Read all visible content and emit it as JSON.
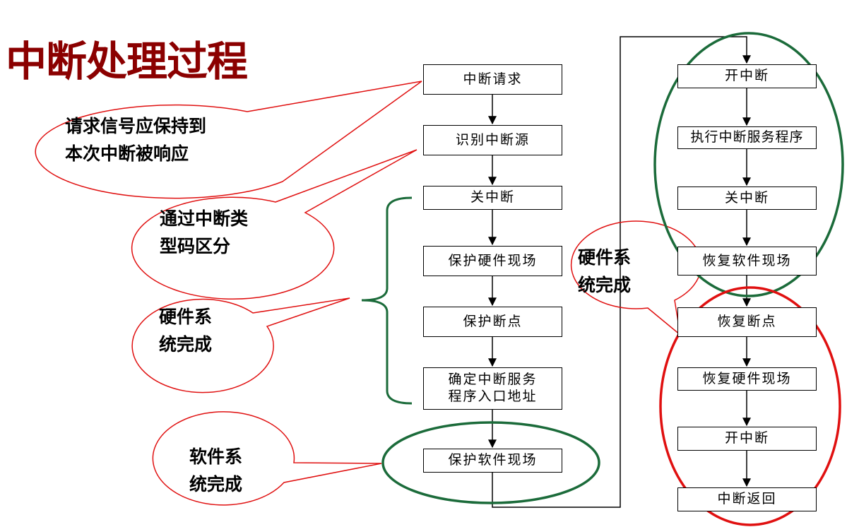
{
  "title": "中断处理过程",
  "colors": {
    "title": "#8b0000",
    "red": "#e01010",
    "green": "#1b6b3a",
    "line": "#000000"
  },
  "left_flow": [
    {
      "text": "中断请求"
    },
    {
      "text": "识别中断源"
    },
    {
      "text": "关中断"
    },
    {
      "text": "保护硬件现场"
    },
    {
      "text": "保护断点"
    },
    {
      "line1": "确定中断服务",
      "line2": "程序入口地址"
    },
    {
      "text": "保护软件现场"
    }
  ],
  "right_flow": [
    {
      "text": "开中断"
    },
    {
      "text": "执行中断服务程序"
    },
    {
      "text": "关中断"
    },
    {
      "text": "恢复软件现场"
    },
    {
      "text": "恢复断点"
    },
    {
      "text": "恢复硬件现场"
    },
    {
      "text": "开中断"
    },
    {
      "text": "中断返回"
    }
  ],
  "callouts": {
    "request": {
      "line1": "请求信号应保持到",
      "line2": "本次中断被响应"
    },
    "type_code": {
      "line1": "通过中断类",
      "line2": "型码区分"
    },
    "hardware_left": {
      "line1": "硬件系",
      "line2": "统完成"
    },
    "software_left": {
      "line1": "软件系",
      "line2": "统完成"
    },
    "hardware_mid": {
      "line1": "硬件系",
      "line2": "统完成"
    }
  }
}
